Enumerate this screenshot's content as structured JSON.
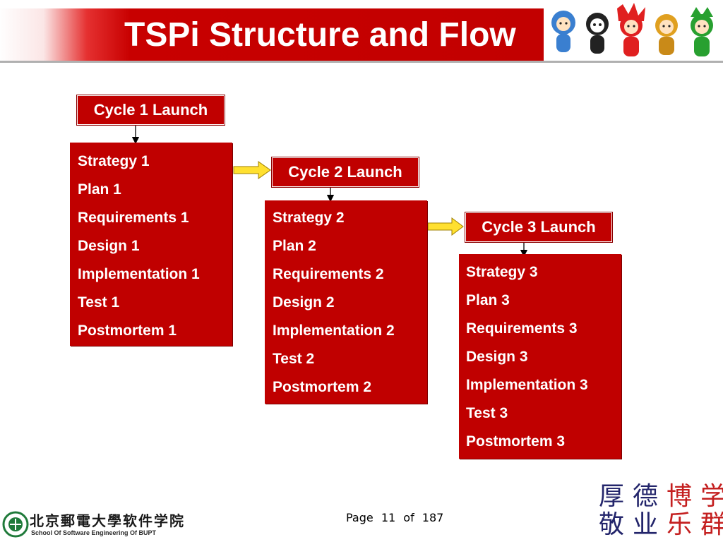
{
  "header": {
    "title": "TSPi Structure and Flow",
    "accent_color": "#c00000"
  },
  "cycles": [
    {
      "launch_label": "Cycle 1 Launch",
      "phases": [
        "Strategy 1",
        "Plan 1",
        "Requirements 1",
        "Design 1",
        "Implementation 1",
        "Test 1",
        "Postmortem 1"
      ]
    },
    {
      "launch_label": "Cycle 2 Launch",
      "phases": [
        "Strategy 2",
        "Plan 2",
        "Requirements 2",
        "Design 2",
        "Implementation 2",
        "Test 2",
        "Postmortem 2"
      ]
    },
    {
      "launch_label": "Cycle 3 Launch",
      "phases": [
        "Strategy 3",
        "Plan 3",
        "Requirements 3",
        "Design 3",
        "Implementation 3",
        "Test 3",
        "Postmortem 3"
      ]
    }
  ],
  "footer": {
    "school_name_cn": "北京郵電大學软件学院",
    "school_name_en": "School Of Software Engineering Of BUPT",
    "page_label": "Page",
    "page_current": "11",
    "page_of": "of",
    "page_total": "187",
    "motto": [
      "厚",
      "德",
      "博",
      "学",
      "敬",
      "业",
      "乐",
      "群"
    ]
  },
  "icons": {
    "mascots": "olympic-mascots-icon",
    "school_logo": "bupt-logo-icon"
  }
}
